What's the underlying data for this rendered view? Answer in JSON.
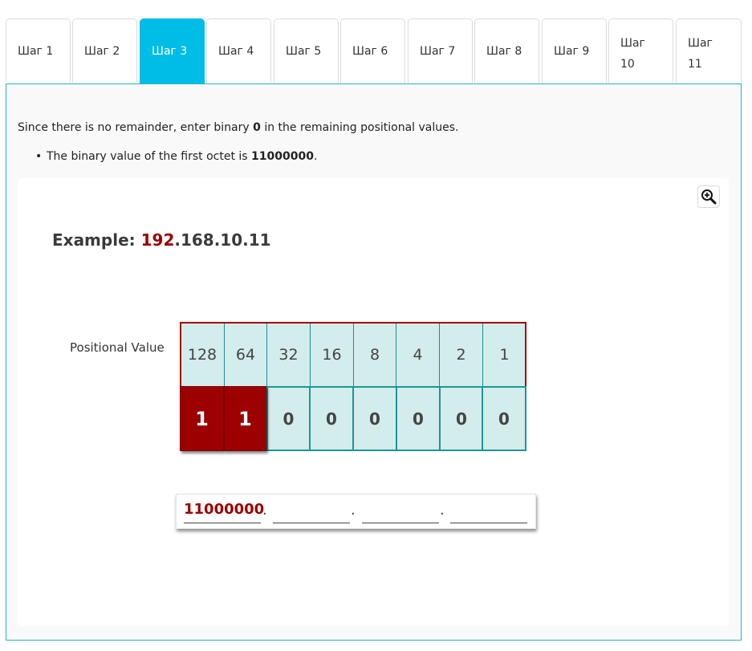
{
  "tabs": [
    {
      "label": "Шаг 1",
      "active": false
    },
    {
      "label": "Шаг 2",
      "active": false
    },
    {
      "label": "Шаг 3",
      "active": true
    },
    {
      "label": "Шаг 4",
      "active": false
    },
    {
      "label": "Шаг 5",
      "active": false
    },
    {
      "label": "Шаг 6",
      "active": false
    },
    {
      "label": "Шаг 7",
      "active": false
    },
    {
      "label": "Шаг 8",
      "active": false
    },
    {
      "label": "Шаг 9",
      "active": false
    },
    {
      "label": "Шаг 10",
      "active": false
    },
    {
      "label": "Шаг 11",
      "active": false
    }
  ],
  "content": {
    "intro_before": "Since there is no remainder, enter binary ",
    "intro_bold": "0",
    "intro_after": " in the remaining positional values.",
    "bullet_before": "The binary value of the first octet is ",
    "bullet_bold": "11000000",
    "bullet_after": "."
  },
  "figure": {
    "zoom_icon": "zoom-in-icon",
    "example_label": "Example: ",
    "example_highlight": "192",
    "example_rest": ".168.10.11",
    "positional_label": "Positional Value",
    "positional_values": [
      "128",
      "64",
      "32",
      "16",
      "8",
      "4",
      "2",
      "1"
    ],
    "bits": [
      "1",
      "1",
      "0",
      "0",
      "0",
      "0",
      "0",
      "0"
    ],
    "result_octet": "11000000",
    "separator": "."
  },
  "colors": {
    "accent_tab": "#00bde8",
    "highlight": "#9c0000",
    "cell_bg": "#d3ecec",
    "cell_border": "#1e9696"
  }
}
